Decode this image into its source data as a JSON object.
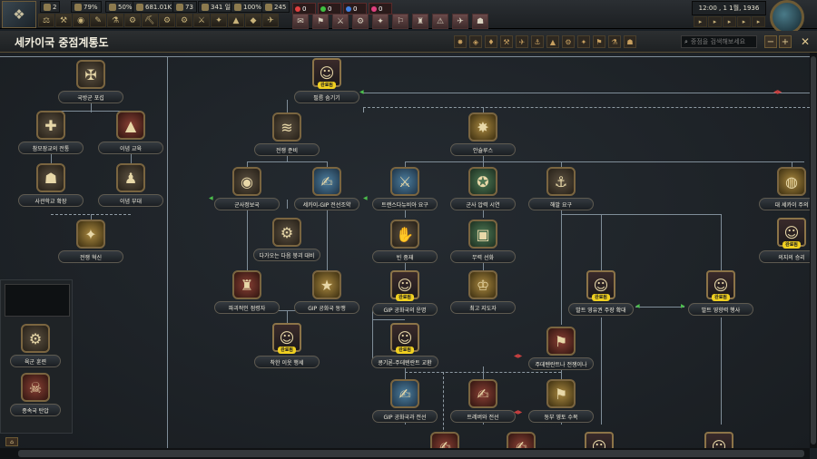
{
  "topbar": {
    "flag_icon": "nation-flag",
    "resources": [
      {
        "name": "political-power-icon",
        "value": "2"
      },
      {
        "name": "stability-icon",
        "value": "79%"
      },
      {
        "name": "war-support-icon",
        "value": "50%"
      },
      {
        "name": "manpower-icon",
        "value": "681.01K"
      },
      {
        "name": "factories-icon",
        "value": "73"
      },
      {
        "name": "convoys-icon",
        "value": "341 일"
      },
      {
        "name": "fuel-icon",
        "value": "100%"
      },
      {
        "name": "division-icon",
        "value": "245"
      }
    ],
    "alerts": [
      "0",
      "0",
      "0",
      "0"
    ],
    "date": "12:00 , 1 1월, 1936"
  },
  "window": {
    "title": "세카이국 중점계통도",
    "search_placeholder": "중점을 검색해보세요",
    "zoom_out": "−",
    "zoom_in": "+",
    "close": "✕"
  },
  "focuses": {
    "f1": "국방군 포섭",
    "f2": "참모장교의 전통",
    "f3": "이념 교육",
    "f4": "사관학교 확장",
    "f5": "이념 부대",
    "f6": "전쟁 혁신",
    "f7": "필름 숨기기",
    "f8": "전쟁 준비",
    "f9": "군사정보국",
    "f10": "세카이-GIP 전선조약",
    "f11": "다가오는 다음 붕괴 대비",
    "f12": "파괴적인 점령자",
    "f13": "GIP 공화국 동맹",
    "f14": "착한 이웃 행세",
    "f15": "안슐루스",
    "f16": "트랜스다뉴비아 요구",
    "f17": "빈 중재",
    "f18": "GIP 공화국의 운명",
    "f19": "군사 압력 시연",
    "f20": "무력 선화",
    "f21": "최고 지도자",
    "f22": "해발 요구",
    "f23": "발트 영유권 주장 확대",
    "f24": "발트 영향력 행사",
    "f25": "대 세카이 주의",
    "f26": "의지의 승리",
    "f27": "콩기론-주데텐란트 교환",
    "f28": "주데텐란트나 전쟁이나",
    "f29": "GIP 공화국과 전선",
    "f30": "트레버와 전선",
    "f31": "동부 영토 수복",
    "f32": "육군 훈련",
    "f33": "종속국 탄압"
  },
  "badge": "완료됨",
  "corner_button": "⌂"
}
